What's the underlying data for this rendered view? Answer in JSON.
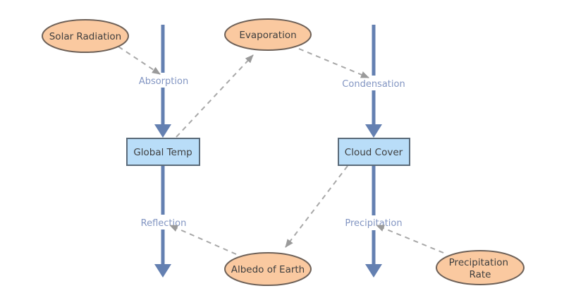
{
  "diagram": {
    "nodes": {
      "solar_radiation": {
        "label": "Solar Radiation",
        "shape": "ellipse"
      },
      "evaporation": {
        "label": "Evaporation",
        "shape": "ellipse"
      },
      "global_temp": {
        "label": "Global Temp",
        "shape": "rectangle"
      },
      "cloud_cover": {
        "label": "Cloud Cover",
        "shape": "rectangle"
      },
      "albedo_of_earth": {
        "label": "Albedo of Earth",
        "shape": "ellipse"
      },
      "precipitation_rate": {
        "label": "Precipitation Rate",
        "line1": "Precipitation",
        "line2": "Rate",
        "shape": "ellipse"
      }
    },
    "flow_labels": {
      "absorption": "Absorption",
      "condensation": "Condensation",
      "reflection": "Reflection",
      "precipitation": "Precipitation"
    },
    "vertical_flows": [
      {
        "side": "left",
        "labels": [
          "Absorption",
          "Reflection"
        ],
        "passes_through": "Global Temp"
      },
      {
        "side": "right",
        "labels": [
          "Condensation",
          "Precipitation"
        ],
        "passes_through": "Cloud Cover"
      }
    ],
    "dashed_edges": [
      {
        "from": "Solar Radiation",
        "to": "Absorption"
      },
      {
        "from": "Global Temp",
        "to": "Evaporation"
      },
      {
        "from": "Evaporation",
        "to": "Condensation"
      },
      {
        "from": "Cloud Cover",
        "to": "Albedo of Earth"
      },
      {
        "from": "Albedo of Earth",
        "to": "Reflection"
      },
      {
        "from": "Precipitation Rate",
        "to": "Precipitation"
      }
    ]
  },
  "colors": {
    "canvas_bg": "#ffffff",
    "node_fill": "#FAC9A0",
    "node_border": "#6E6158",
    "box_fill": "#B9DDF8",
    "box_border": "#5A6A79",
    "node_text": "#3F3F3F",
    "flow_arrow": "#6480B1",
    "flow_label_text": "#8295C2",
    "dashed_edge": "#A8A8A8",
    "dashed_arrowhead": "#9A9A9A"
  }
}
